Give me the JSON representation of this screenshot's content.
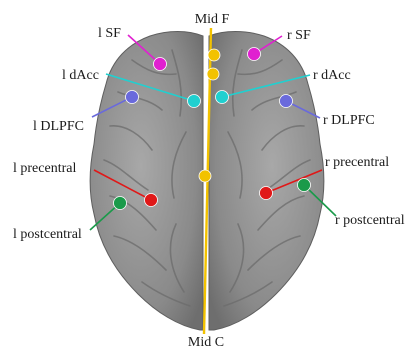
{
  "figure": {
    "top_label": "Mid F",
    "bottom_label": "Mid C",
    "brain_color": "#8c8c8c",
    "midline_color": "#f2c200"
  },
  "labels": {
    "l_sf": "l SF",
    "r_sf": "r SF",
    "l_dacc": "l dAcc",
    "r_dacc": "r dAcc",
    "l_dlpfc": "l DLPFC",
    "r_dlpfc": "r DLPFC",
    "l_precentral": "l precentral",
    "r_precentral": "r precentral",
    "l_postcentral": "l postcentral",
    "r_postcentral": "r postcentral"
  },
  "colors": {
    "sf": "#e020d0",
    "dacc": "#20d0d0",
    "dlpfc": "#6a6adc",
    "precentral": "#e01818",
    "postcentral": "#1a9a4a",
    "midline_marker": "#f2c200"
  }
}
